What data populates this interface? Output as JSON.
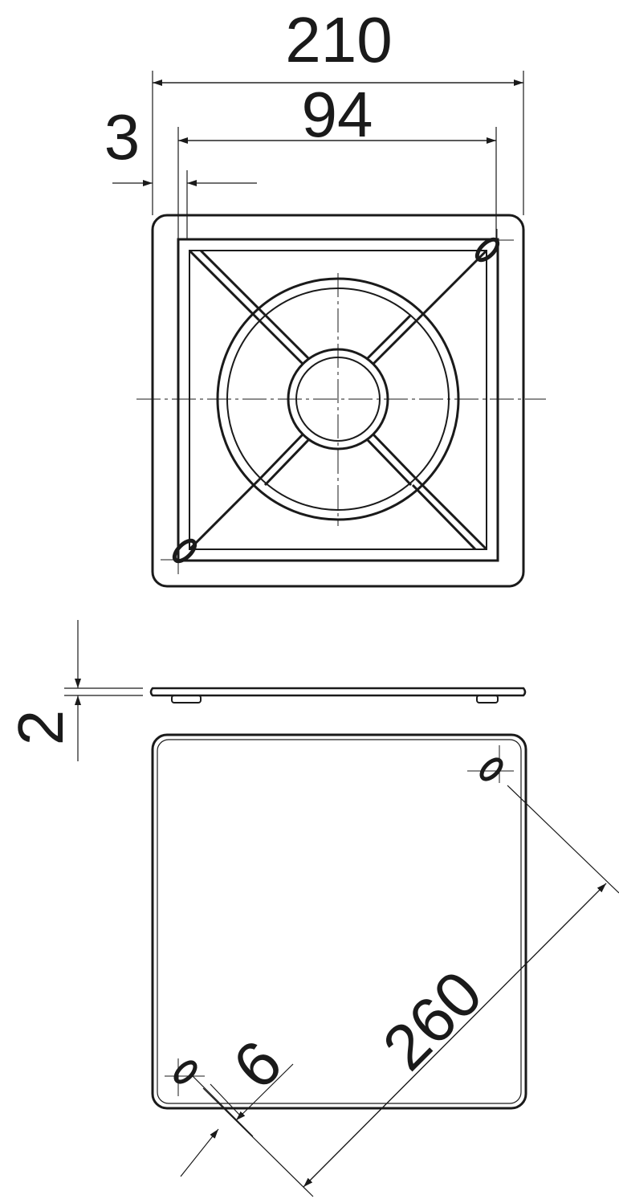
{
  "dimensions": {
    "overall_width": "210",
    "hole_spacing": "94",
    "border_offset": "3",
    "thickness": "2",
    "hole_size": "6",
    "diagonal": "260"
  },
  "colors": {
    "line": "#1a1a1a",
    "background": "#ffffff"
  }
}
